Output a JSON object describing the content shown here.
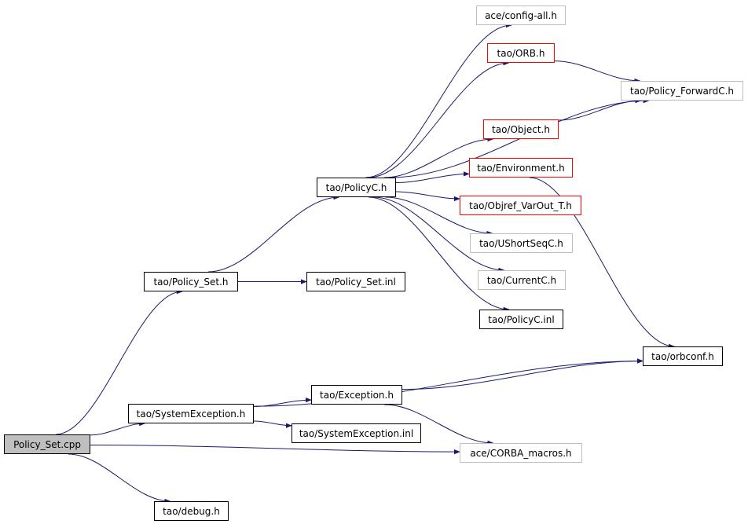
{
  "colors": {
    "edge": "#191970",
    "border_default": "#000000",
    "border_red": "#ff0000",
    "border_gray": "#bfbfbf",
    "root_fill": "#bfbfbf"
  },
  "nodes": {
    "policy_set_cpp": {
      "label": "Policy_Set.cpp",
      "style": "root"
    },
    "policy_set_h": {
      "label": "tao/Policy_Set.h",
      "style": "black"
    },
    "policy_set_inl": {
      "label": "tao/Policy_Set.inl",
      "style": "black"
    },
    "policyc_h": {
      "label": "tao/PolicyC.h",
      "style": "black"
    },
    "config_all_h": {
      "label": "ace/config-all.h",
      "style": "gray"
    },
    "orb_h": {
      "label": "tao/ORB.h",
      "style": "red"
    },
    "policy_forwardc_h": {
      "label": "tao/Policy_ForwardC.h",
      "style": "gray"
    },
    "object_h": {
      "label": "tao/Object.h",
      "style": "red"
    },
    "environment_h": {
      "label": "tao/Environment.h",
      "style": "red"
    },
    "objref_varout_t_h": {
      "label": "tao/Objref_VarOut_T.h",
      "style": "red"
    },
    "ushortseqc_h": {
      "label": "tao/UShortSeqC.h",
      "style": "gray"
    },
    "currentc_h": {
      "label": "tao/CurrentC.h",
      "style": "gray"
    },
    "policyc_inl": {
      "label": "tao/PolicyC.inl",
      "style": "black"
    },
    "orbconf_h": {
      "label": "tao/orbconf.h",
      "style": "black"
    },
    "exception_h": {
      "label": "tao/Exception.h",
      "style": "black"
    },
    "systemexception_h": {
      "label": "tao/SystemException.h",
      "style": "black"
    },
    "systemexception_inl": {
      "label": "tao/SystemException.inl",
      "style": "black"
    },
    "corba_macros_h": {
      "label": "ace/CORBA_macros.h",
      "style": "gray"
    },
    "debug_h": {
      "label": "tao/debug.h",
      "style": "black"
    }
  },
  "edges": [
    [
      "policy_set_cpp",
      "policy_set_h"
    ],
    [
      "policy_set_cpp",
      "systemexception_h"
    ],
    [
      "policy_set_cpp",
      "corba_macros_h"
    ],
    [
      "policy_set_cpp",
      "debug_h"
    ],
    [
      "policy_set_h",
      "policyc_h"
    ],
    [
      "policy_set_h",
      "policy_set_inl"
    ],
    [
      "policyc_h",
      "config_all_h"
    ],
    [
      "policyc_h",
      "orb_h"
    ],
    [
      "policyc_h",
      "policy_forwardc_h"
    ],
    [
      "policyc_h",
      "object_h"
    ],
    [
      "policyc_h",
      "environment_h"
    ],
    [
      "policyc_h",
      "objref_varout_t_h"
    ],
    [
      "policyc_h",
      "ushortseqc_h"
    ],
    [
      "policyc_h",
      "currentc_h"
    ],
    [
      "policyc_h",
      "policyc_inl"
    ],
    [
      "orb_h",
      "policy_forwardc_h"
    ],
    [
      "object_h",
      "policy_forwardc_h"
    ],
    [
      "environment_h",
      "orbconf_h"
    ],
    [
      "systemexception_h",
      "orbconf_h"
    ],
    [
      "systemexception_h",
      "exception_h"
    ],
    [
      "systemexception_h",
      "systemexception_inl"
    ],
    [
      "exception_h",
      "orbconf_h"
    ],
    [
      "exception_h",
      "corba_macros_h"
    ]
  ]
}
